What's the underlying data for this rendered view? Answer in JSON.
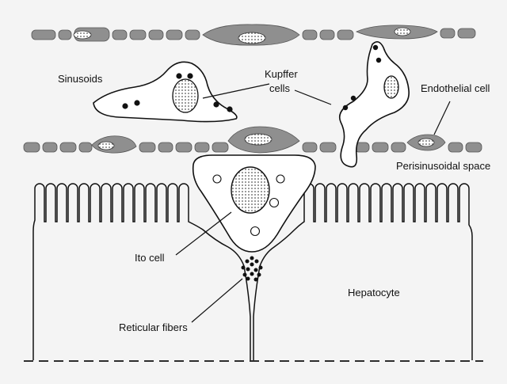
{
  "labels": {
    "sinusoids": "Sinusoids",
    "kupffer_line1": "Kupffer",
    "kupffer_line2": "cells",
    "endothelial": "Endothelial cell",
    "perisinusoidal": "Perisinusoidal space",
    "ito": "Ito cell",
    "hepatocyte": "Hepatocyte",
    "reticular": "Reticular fibers"
  },
  "colors": {
    "background": "#f4f4f4",
    "endothelium": "#8f8f8f",
    "nucleus_fill": "#d4d4d4",
    "ink": "#111111",
    "cell_fill": "#ffffff"
  }
}
